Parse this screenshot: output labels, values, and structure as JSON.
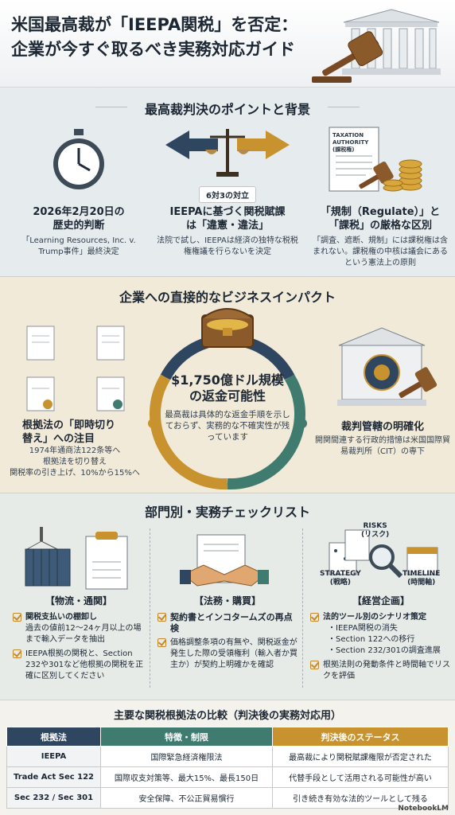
{
  "header": {
    "title_line1": "米国最高裁が「IEEPA関税」を否定：",
    "title_line2": "企業が今すぐ取るべき実務対応ガイド"
  },
  "points": {
    "title": "最高裁判決のポイントと背景",
    "badge": "6対3の対立",
    "col1": {
      "heading_l1": "2026年2月20日の",
      "heading_l2": "歴史的判断",
      "body": "「Learning Resources, Inc. v. Trump事件」最終決定"
    },
    "col2": {
      "heading_l1": "IEEPAに基づく関税賦課",
      "heading_l2": "は「違憲・違法」",
      "body": "法院で試し、IEEPAは経済の独特な税税権権議を行らないを決定"
    },
    "col3": {
      "heading_l1": "「規制（Regulate）」と",
      "heading_l2": "「課税」の厳格な区別",
      "body": "「調査、遮断、規制」には課税権は含まれない。課税権の中核は議会にあるという憲法上の原則"
    },
    "doc_label_l1": "TAXATION",
    "doc_label_l2": "AUTHORITY",
    "doc_label_l3": "(課税権)"
  },
  "impact": {
    "title": "企業への直接的なビジネスインパクト",
    "center_l1": "$1,750億ドル規模",
    "center_l2": "の返金可能性",
    "center_body": "最高裁は具体的な返金手順を示しておらず、実務的な不確実性が残っています",
    "left_heading_l1": "根拠法の「即時切り",
    "left_heading_l2": "替え」への注目",
    "left_body_l1": "1974年通商法122条等へ",
    "left_body_l2": "根拠法を切り替え",
    "left_body_l3": "関税率の引き上げ、10%から15%へ",
    "right_heading": "裁判管轄の明確化",
    "right_body": "開関間連する行政的措憶は米国国際貿易裁判所（CIT）の専下"
  },
  "checklist": {
    "title": "部門別・実務チェックリスト",
    "logistics": {
      "heading": "【物流・通関】",
      "items": [
        {
          "bold": "関税支払いの棚卸し",
          "text": "過去の値前12～24ヶ月以上の場まで輸入データを抽出"
        },
        {
          "bold": "",
          "text": "IEEPA根拠の関税と、Section 232や301など他根拠の関税を正確に区別してください"
        }
      ]
    },
    "legal": {
      "heading": "【法務・購買】",
      "items": [
        {
          "bold": "契約書とインコタームズの再点検",
          "text": ""
        },
        {
          "bold": "",
          "text": "価格調整条項の有無や、関税返金が発生した際の受領権利（輸入者か買主か）が契約上明確かを確認"
        }
      ]
    },
    "planning": {
      "heading": "【経営企画】",
      "risks_l1": "RISKS",
      "risks_l2": "(リスク)",
      "strategy_l1": "STRATEGY",
      "strategy_l2": "(戦略)",
      "timeline_l1": "TIMELINE",
      "timeline_l2": "(時間軸)",
      "item1": "法的ツール別のシナリオ策定",
      "bullets": [
        "・IEEPA関税の消失",
        "・Section 122への移行",
        "・Section 232/301の調査進展"
      ],
      "item2": "根拠法則の発動条件と時間軸でリスクを評価"
    }
  },
  "comparison": {
    "title": "主要な関税根拠法の比較（判決後の実務対応用）",
    "headers": [
      "根拠法",
      "特徴・制限",
      "判決後のステータス"
    ],
    "rows": [
      [
        "IEEPA",
        "国際緊急経済権限法",
        "最高裁により関税賦課権限が否定された"
      ],
      [
        "Trade Act Sec 122",
        "国際収支対策等、最大15%、最長150日",
        "代替手段として活用される可能性が高い"
      ],
      [
        "Sec 232 / Sec 301",
        "安全保障、不公正貿易慣行",
        "引き続き有効な法的ツールとして残る"
      ]
    ]
  },
  "footer": {
    "brand": "NotebookLM"
  },
  "colors": {
    "navy": "#2e4660",
    "teal": "#3f7b6e",
    "gold": "#c8922f"
  }
}
